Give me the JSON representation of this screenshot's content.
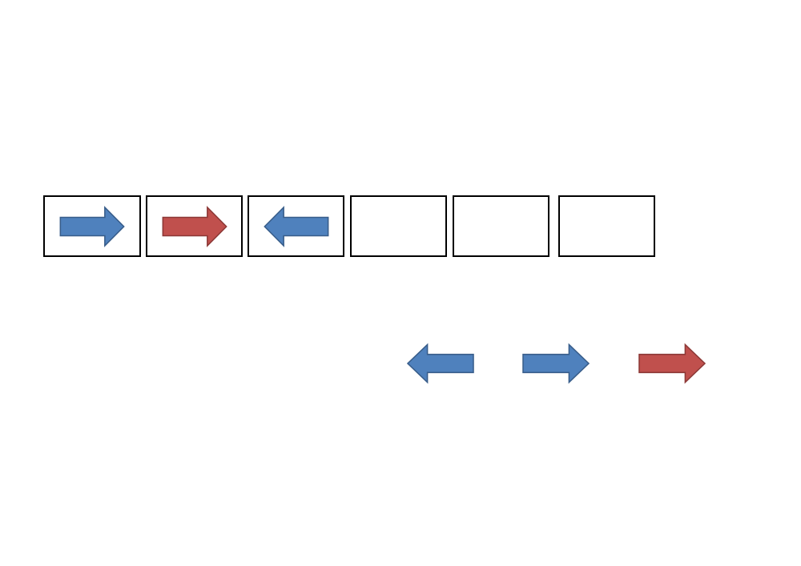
{
  "colors": {
    "blue_fill": "#4F81BD",
    "blue_stroke": "#385D8A",
    "red_fill": "#C0504D",
    "red_stroke": "#8C3836",
    "box_border": "#000000"
  },
  "sequence": [
    {
      "arrow": "right",
      "color": "blue",
      "icon": "blue-right-arrow-icon"
    },
    {
      "arrow": "right",
      "color": "red",
      "icon": "red-right-arrow-icon"
    },
    {
      "arrow": "left",
      "color": "blue",
      "icon": "blue-left-arrow-icon"
    },
    {
      "arrow": null
    },
    {
      "arrow": null
    },
    {
      "arrow": null
    }
  ],
  "choices": [
    {
      "arrow": "left",
      "color": "blue",
      "icon": "blue-left-arrow-icon"
    },
    {
      "arrow": "right",
      "color": "blue",
      "icon": "blue-right-arrow-icon"
    },
    {
      "arrow": "right",
      "color": "red",
      "icon": "red-right-arrow-icon"
    }
  ]
}
